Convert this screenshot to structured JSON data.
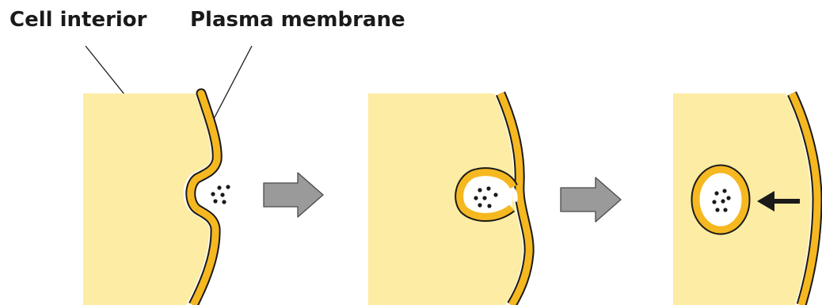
{
  "labels": {
    "cell_interior": "Cell interior",
    "plasma_membrane": "Plasma membrane"
  },
  "colors": {
    "cytoplasm": "#fdeca3",
    "membrane": "#f5b820",
    "outline": "#1a1a1a",
    "process_arrow": "#9a9a9a",
    "background": "#ffffff"
  },
  "stages": [
    {
      "id": "invagination",
      "description": "membrane pocket forming"
    },
    {
      "id": "pinching",
      "description": "vesicle pinching off"
    },
    {
      "id": "vesicle",
      "description": "free vesicle inside cell"
    }
  ]
}
